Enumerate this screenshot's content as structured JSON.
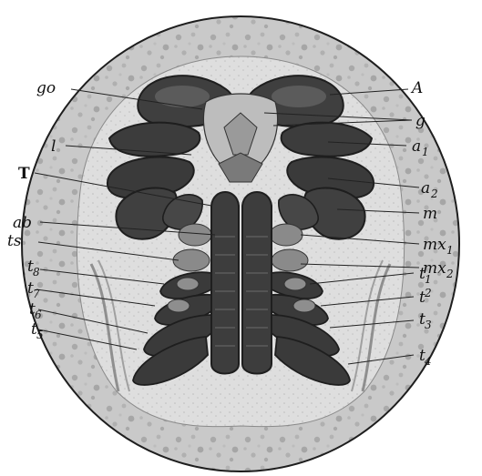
{
  "figure": {
    "labels": {
      "go": "go",
      "A": "A",
      "g": "g",
      "l": "l",
      "a1": "a",
      "a1_sub": "1",
      "a2": "a",
      "a2_sub": "2",
      "T": "T",
      "m": "m",
      "ab": "ab",
      "mx1": "mx",
      "mx1_sub": "1",
      "ts": "ts",
      "mx2": "mx",
      "mx2_sub": "2",
      "t8": "t",
      "t8_sub": "8",
      "t7": "t",
      "t7_sub": "7",
      "t6": "t",
      "t6_sub": "6",
      "t5": "t",
      "t5_sub": "5",
      "t1": "t",
      "t1_sub": "1",
      "t2": "t",
      "t2_sub": "2",
      "t3": "t",
      "t3_sub": "3",
      "t4": "t",
      "t4_sub": "4"
    },
    "colors": {
      "background": "#ffffff",
      "yolk": "#c9c9c9",
      "band": "#e4e4e4",
      "mottle": "#a9a9a9",
      "lobe": "#4c4c4c",
      "lobe_dark": "#2f2f2f",
      "limb_light": "#8d8d8d",
      "outline": "#1e1e1e"
    }
  }
}
